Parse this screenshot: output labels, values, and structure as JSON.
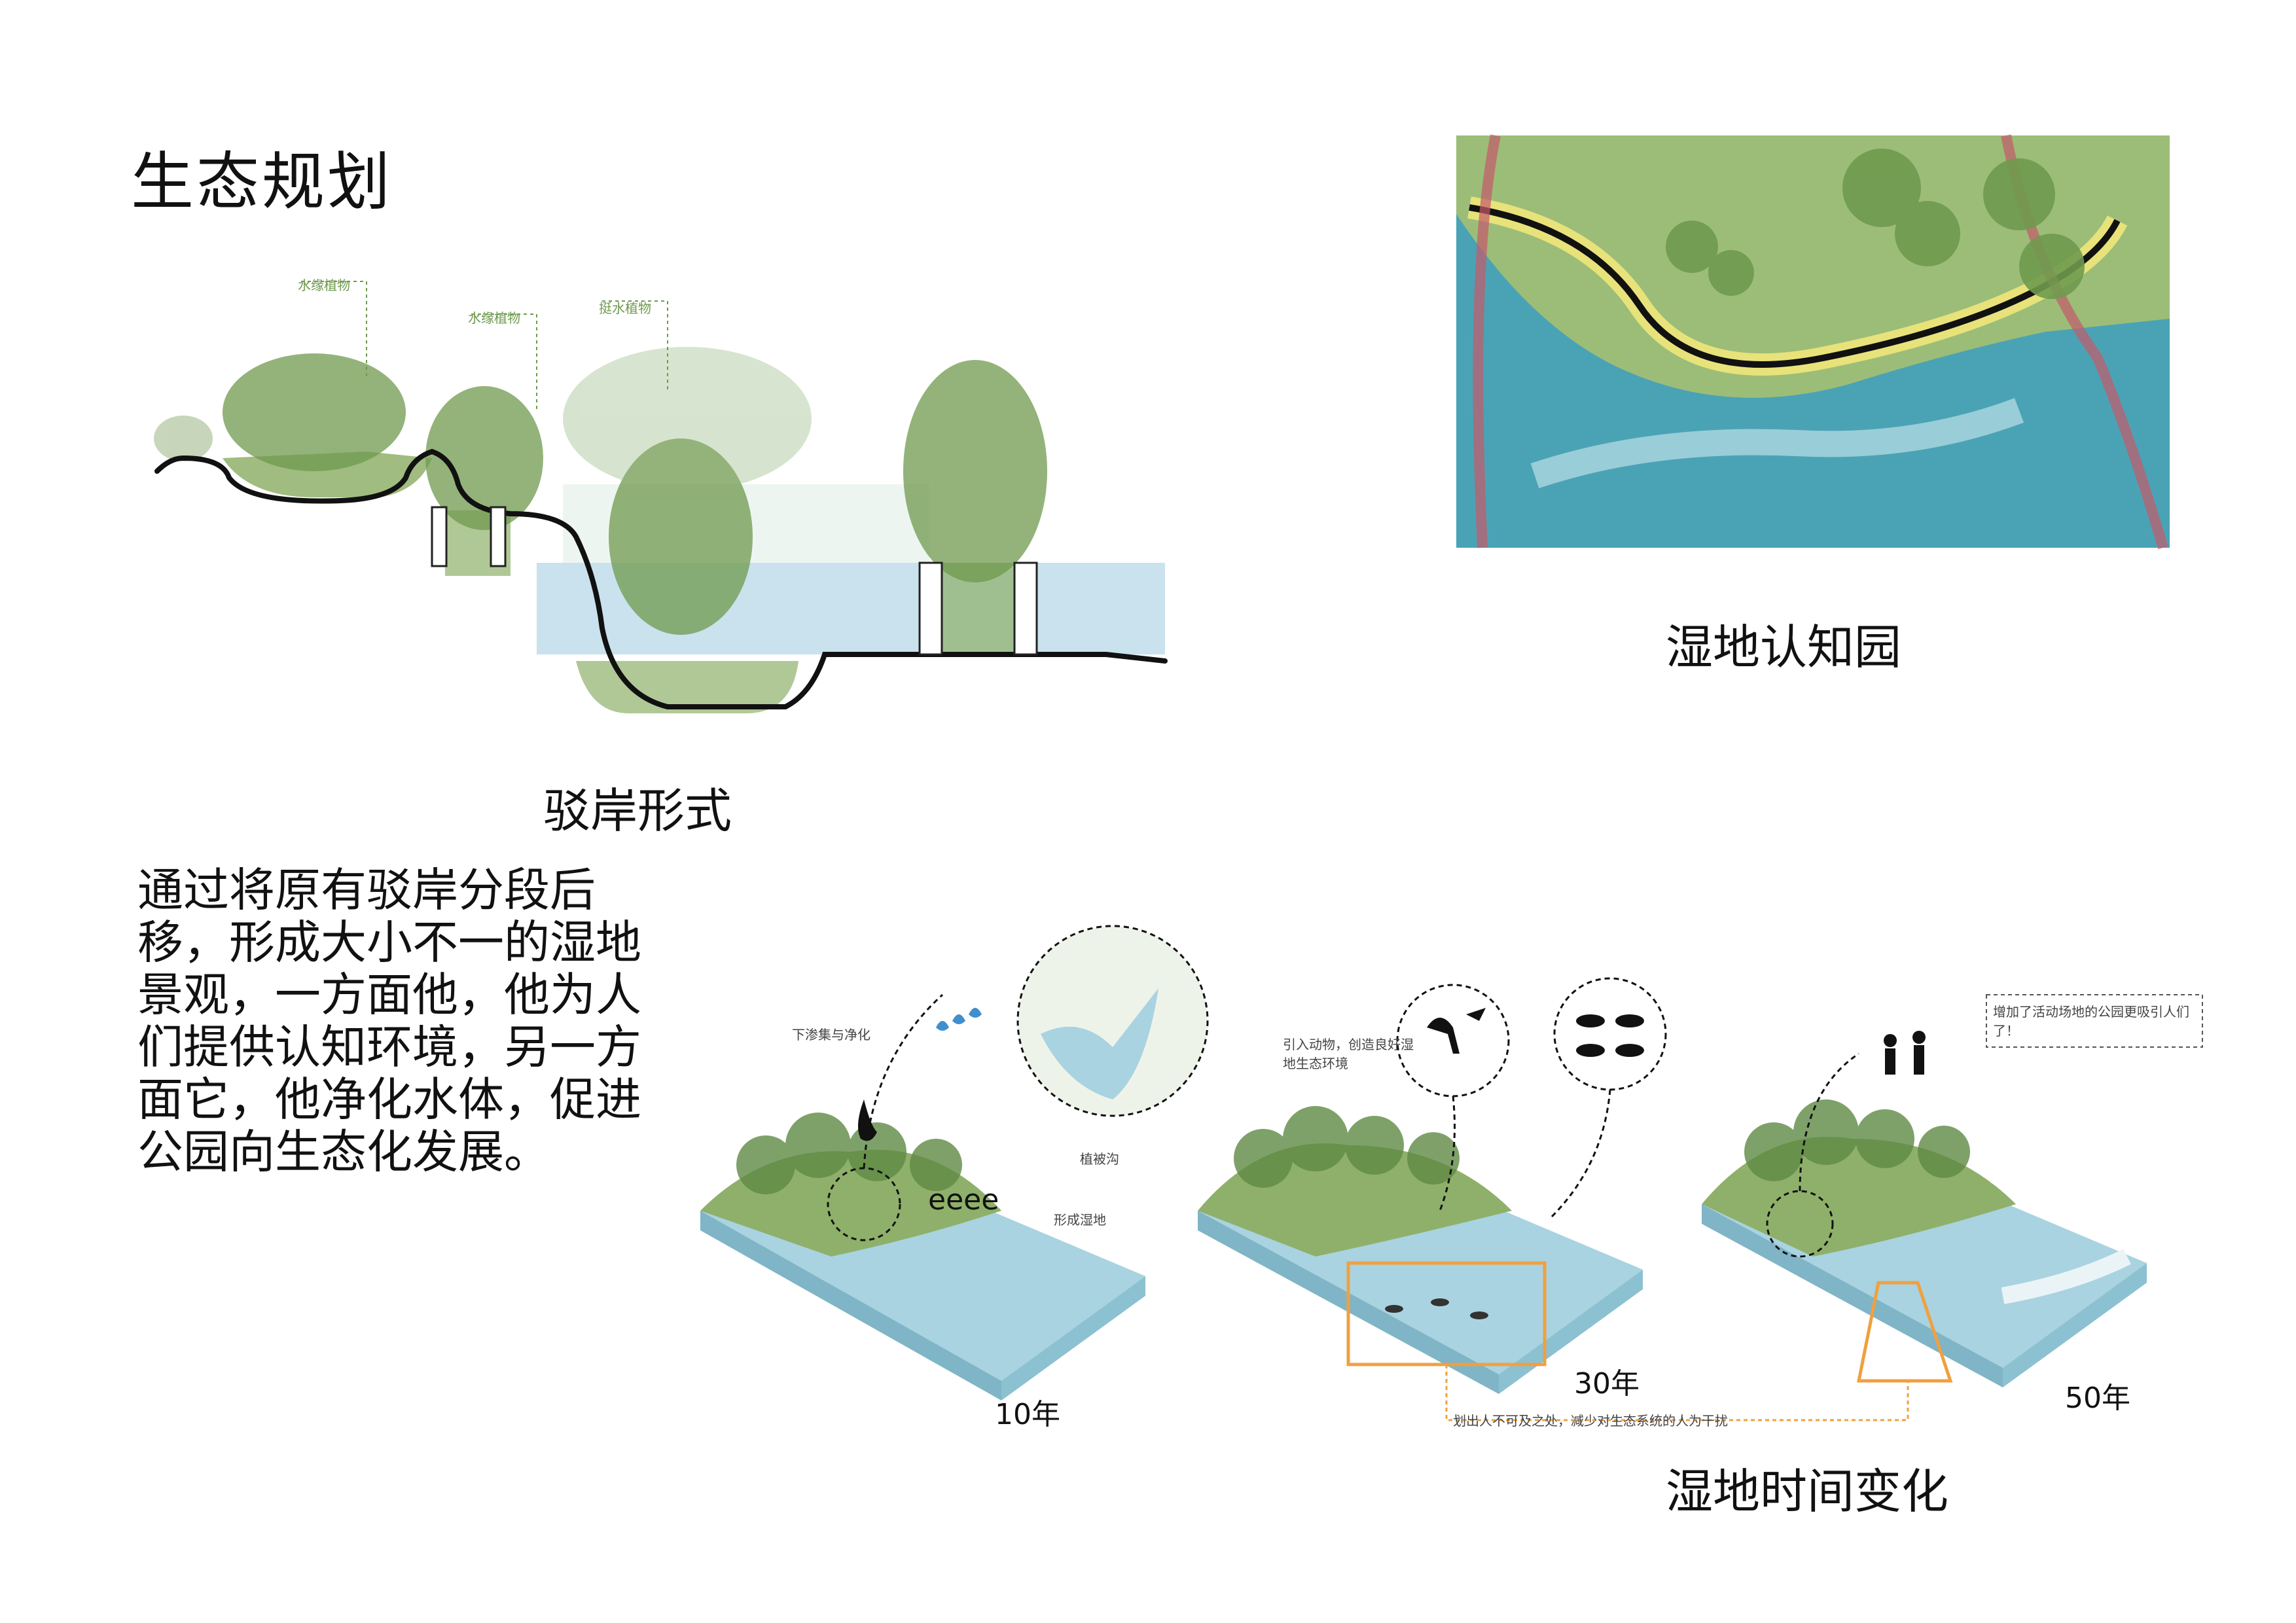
{
  "page": {
    "title": "生态规划",
    "description": "通过将原有驳岸分段后移，形成大小不一的湿地景观，一方面他，他为人们提供认知环境，另一方面它，他净化水体，促进公园向生态化发展。"
  },
  "section_revetment": {
    "caption": "驳岸形式",
    "labels": [
      "水缘植物",
      "水缘植物",
      "挺水植物"
    ]
  },
  "section_park": {
    "caption": "湿地认知园"
  },
  "section_timeline": {
    "caption": "湿地时间变化",
    "stage_labels": {
      "water_collect": "下渗集与净化",
      "plants": "植被沟",
      "wetland": "形成湿地",
      "animals": "引入动物，创造良好湿地生态环境",
      "people": "增加了活动场地的公园更吸引人们了！",
      "note": "划出人不可及之处，减少对生态系统的人为干扰",
      "overlay_text": "eeee"
    },
    "years": [
      "10年",
      "30年",
      "50年"
    ]
  },
  "colors": {
    "water": "#a9d3e0",
    "water_deep": "#4aa3b5",
    "grass": "#8fb06a",
    "path_yellow": "#e8e27a",
    "highlight_orange": "#f0a040"
  }
}
